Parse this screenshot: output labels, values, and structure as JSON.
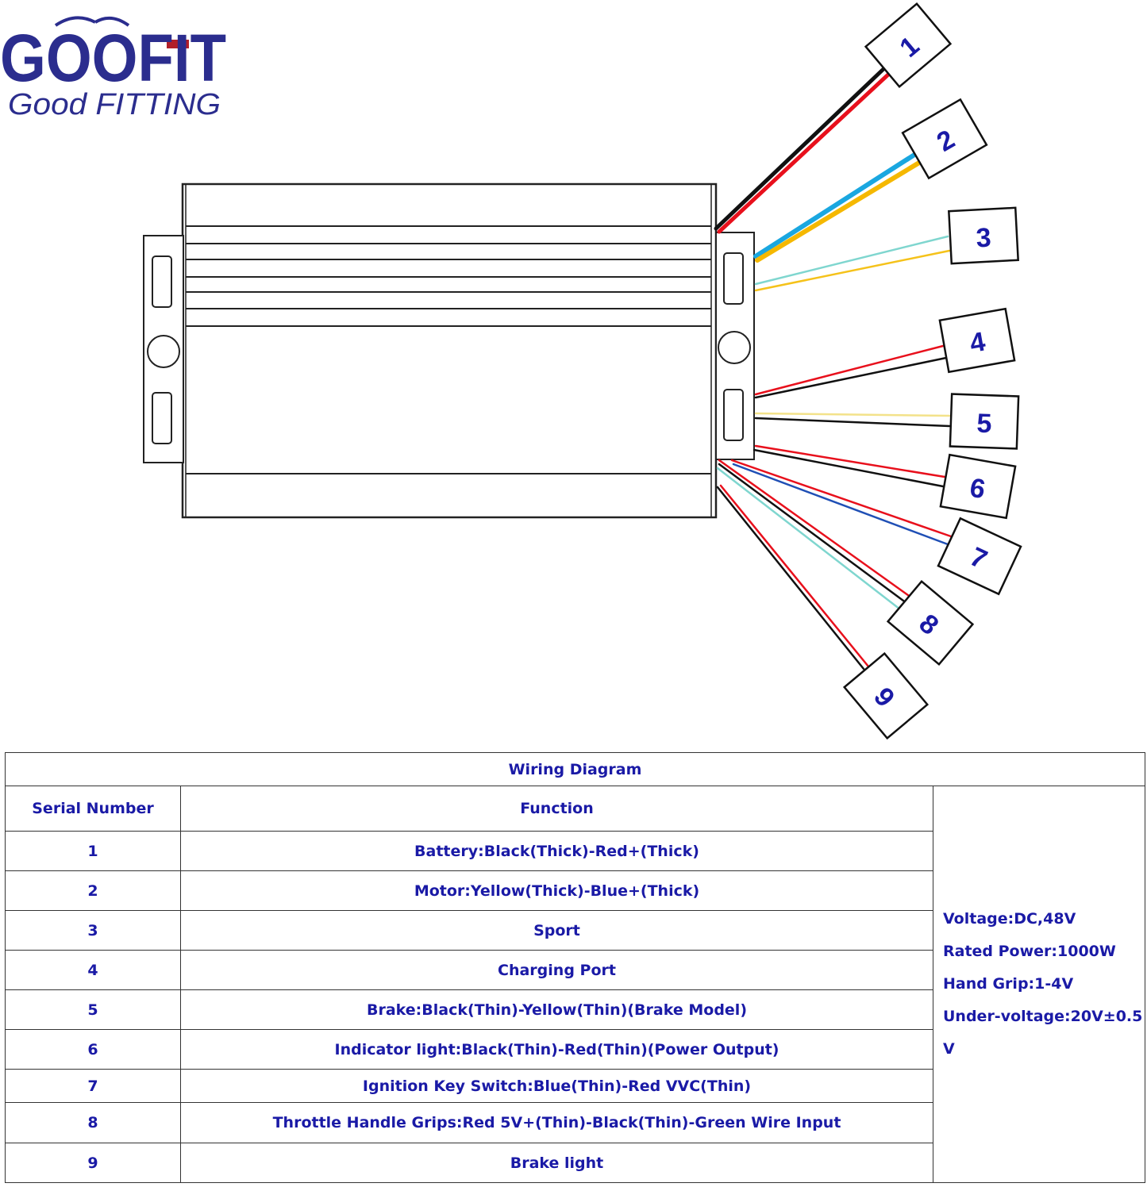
{
  "brand": {
    "name": "GOOFIT",
    "tagline": "Good FITTING",
    "color": "#2b2d8e",
    "accent": "#b01f2a"
  },
  "connectors": [
    {
      "label": "1"
    },
    {
      "label": "2"
    },
    {
      "label": "3"
    },
    {
      "label": "4"
    },
    {
      "label": "5"
    },
    {
      "label": "6"
    },
    {
      "label": "7"
    },
    {
      "label": "8"
    },
    {
      "label": "9"
    }
  ],
  "table": {
    "title": "Wiring Diagram",
    "headers": {
      "serial": "Serial Number",
      "function": "Function"
    },
    "rows": [
      {
        "serial": "1",
        "function": "Battery:Black(Thick)-Red+(Thick)"
      },
      {
        "serial": "2",
        "function": "Motor:Yellow(Thick)-Blue+(Thick)"
      },
      {
        "serial": "3",
        "function": "Sport"
      },
      {
        "serial": "4",
        "function": "Charging Port"
      },
      {
        "serial": "5",
        "function": "Brake:Black(Thin)-Yellow(Thin)(Brake Model)"
      },
      {
        "serial": "6",
        "function": "Indicator light:Black(Thin)-Red(Thin)(Power Output)"
      },
      {
        "serial": "7",
        "function": "Ignition Key Switch:Blue(Thin)-Red VVC(Thin)"
      },
      {
        "serial": "8",
        "function": "Throttle Handle Grips:Red 5V+(Thin)-Black(Thin)-Green Wire Input"
      },
      {
        "serial": "9",
        "function": "Brake light"
      }
    ],
    "specs": [
      "Voltage:DC,48V",
      "Rated Power:1000W",
      "Hand Grip:1-4V",
      "Under-voltage:20V±0.5",
      "V"
    ]
  },
  "colors": {
    "text_blue": "#1a1aa6",
    "wire_red": "#e8101c",
    "wire_black": "#111111",
    "wire_blue": "#1aa7e0",
    "wire_yellow": "#f5b800",
    "wire_cyan": "#7fd6cf",
    "wire_thin_yellow": "#f3e28a"
  }
}
